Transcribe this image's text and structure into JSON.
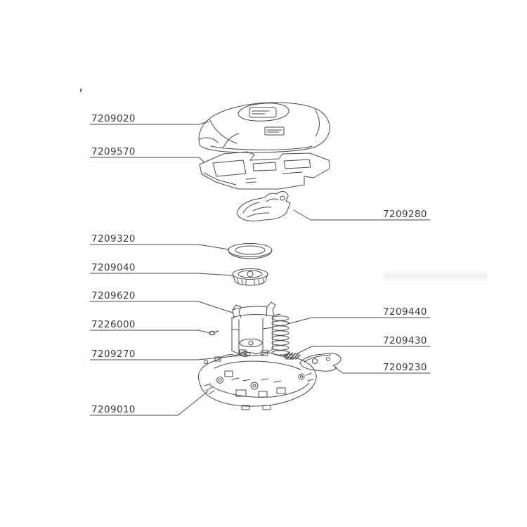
{
  "colors": {
    "background": "#ffffff",
    "line": "#4a4a4a",
    "text": "#3b3b3b"
  },
  "labels": [
    {
      "number": "7209020"
    },
    {
      "number": "7209570"
    },
    {
      "number": "7209280"
    },
    {
      "number": "7209320"
    },
    {
      "number": "7209040"
    },
    {
      "number": "7209620"
    },
    {
      "number": "7226000"
    },
    {
      "number": "7209270"
    },
    {
      "number": "7209440"
    },
    {
      "number": "7209430"
    },
    {
      "number": "7209230"
    },
    {
      "number": "7209010"
    }
  ]
}
